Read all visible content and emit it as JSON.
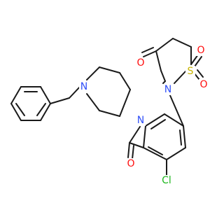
{
  "atoms": {
    "O_carbonyl_ring": {
      "label": "O",
      "color": "#ff0d0d"
    },
    "N_sultam": {
      "label": "N",
      "color": "#3050f8"
    },
    "S_sultam": {
      "label": "S",
      "color": "#c8b400"
    },
    "O_sulfonyl_top": {
      "label": "O",
      "color": "#ff0d0d"
    },
    "O_sulfonyl_right": {
      "label": "O",
      "color": "#ff0d0d"
    },
    "N_piperazine_top": {
      "label": "N",
      "color": "#3050f8"
    },
    "N_piperazine_amide": {
      "label": "N",
      "color": "#3050f8"
    },
    "O_amide": {
      "label": "O",
      "color": "#ff0d0d"
    },
    "Cl": {
      "label": "Cl",
      "color": "#1fb71f"
    }
  }
}
